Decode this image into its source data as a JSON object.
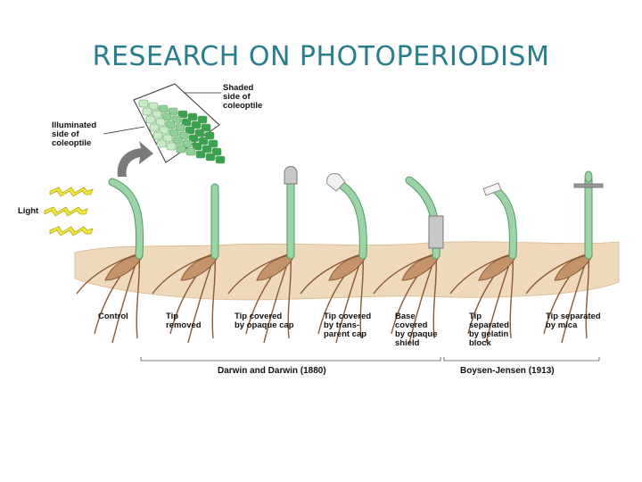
{
  "title": "RESEARCH ON PHOTOPERIODISM",
  "colors": {
    "title": "#2a7d8c",
    "soil": "#eed9bd",
    "soil_edge": "#d8b68c",
    "stem": "#9cd4a8",
    "stem_edge": "#4f9a63",
    "root": "#c4936a",
    "root_edge": "#8a5a33",
    "light_bolt": "#f1e63a",
    "arrow": "#7a7a7a",
    "cell_dark": "#3aa24e",
    "cell_light": "#c9ebc9"
  },
  "inset": {
    "shaded_label": "Shaded\nside of\ncoleoptile",
    "illuminated_label": "Illuminated\nside of\ncoleoptile"
  },
  "light_label": "Light",
  "plants": [
    {
      "label": "Control"
    },
    {
      "label": "Tip\nremoved"
    },
    {
      "label": "Tip covered\nby opaque cap"
    },
    {
      "label": "Tip covered\nby trans-\nparent cap"
    },
    {
      "label": "Base\ncovered\nby opaque\nshield"
    },
    {
      "label": "Tip\nseparated\nby gelatin\nblock"
    },
    {
      "label": "Tip separated\nby mica"
    }
  ],
  "groups": [
    {
      "label": "Darwin and Darwin (1880)"
    },
    {
      "label": "Boysen-Jensen (1913)"
    }
  ]
}
